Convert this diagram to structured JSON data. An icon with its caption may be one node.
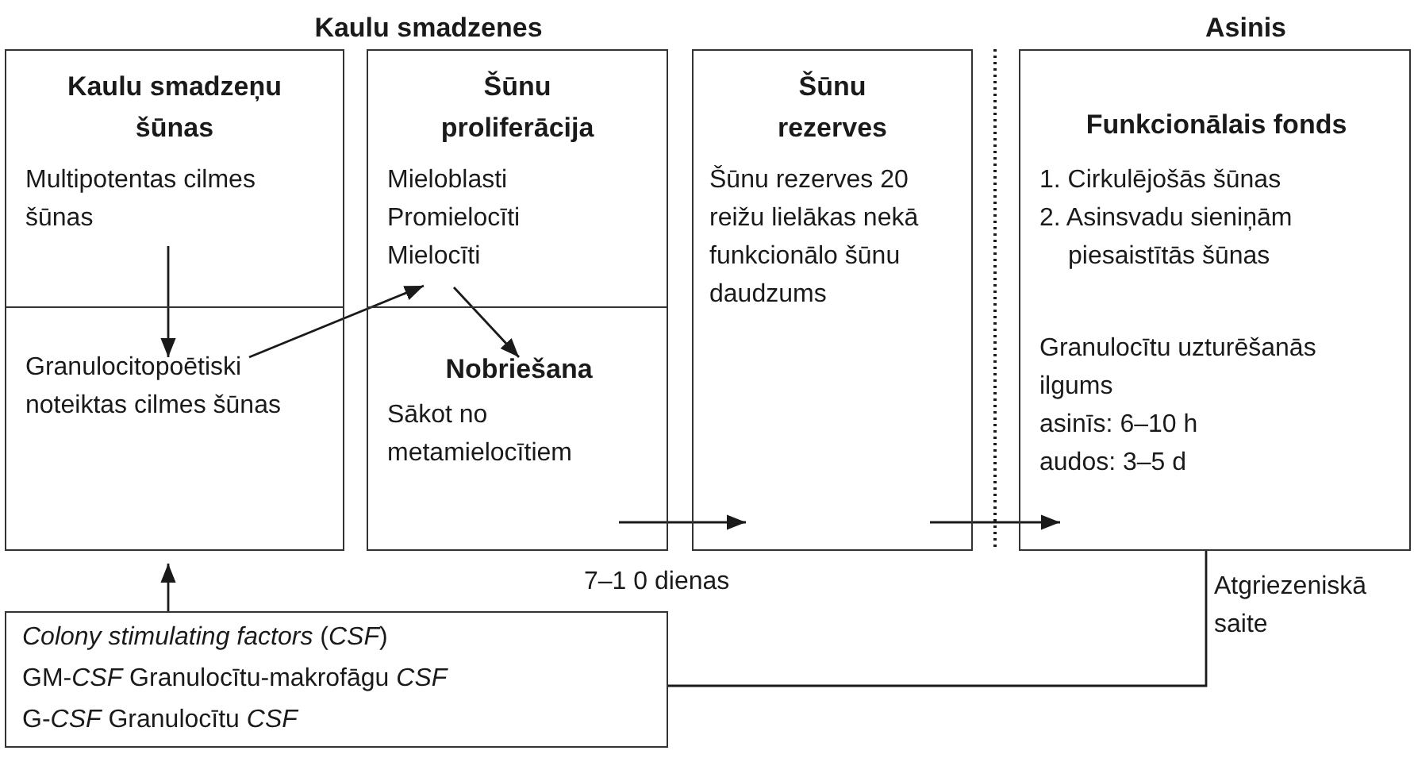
{
  "diagram": {
    "nodes": [
      {
        "text": [
          "Kaulu smadzeņu šūnas",
          "Multipotentas cilmes šūnas"
        ]
      },
      {
        "text": [
          "Granulocitopoētiski noteiktas cilmes šūnas"
        ]
      },
      {
        "text": [
          "Šūnu proliferācija",
          "Mieloblasti",
          "Promielocīti",
          "Mielocīti"
        ]
      },
      {
        "text": [
          "Nobriešana",
          "Sākot no metamielocītiem"
        ]
      },
      {
        "text": [
          "Šūnu rezerves",
          "Šūnu rezerves 20 reižu lielākas nekā funkcionālo šūnu daudzums"
        ]
      },
      {
        "text": [
          "Funkcionālais fonds",
          "1. Cirkulējošās šūnas",
          "2. Asinsvadu sieniņām piesaistītās šūnas",
          "Granulocītu uzturēšanās ilgums",
          "asinīs: 6–10 h",
          "audos: 3–5 d"
        ]
      },
      {
        "text": [
          "*Colony stimulating factors* (*CSF*)",
          "GM-*CSF* Granulocītu-makrofāgu *CSF*",
          "G-*CSF* Granulocītu *CSF*"
        ]
      }
    ],
    "edges": [
      {
        "from": 0,
        "to": 1,
        "arrow": "to"
      },
      {
        "from": 1,
        "to": 2,
        "arrow": "to"
      },
      {
        "from": 2,
        "to": 3,
        "arrow": "to"
      },
      {
        "from": 3,
        "to": 4,
        "arrow": "to"
      },
      {
        "from": 4,
        "to": 5,
        "arrow": "to"
      },
      {
        "from": 6,
        "to": 1,
        "arrow": "to"
      },
      {
        "from": 5,
        "to": 6,
        "arrow": "none",
        "label": "Atgriezeniskā saite"
      }
    ],
    "labels": [
      "Kaulu smadzenes",
      "Asinis",
      "7–1 0 dienas"
    ]
  }
}
